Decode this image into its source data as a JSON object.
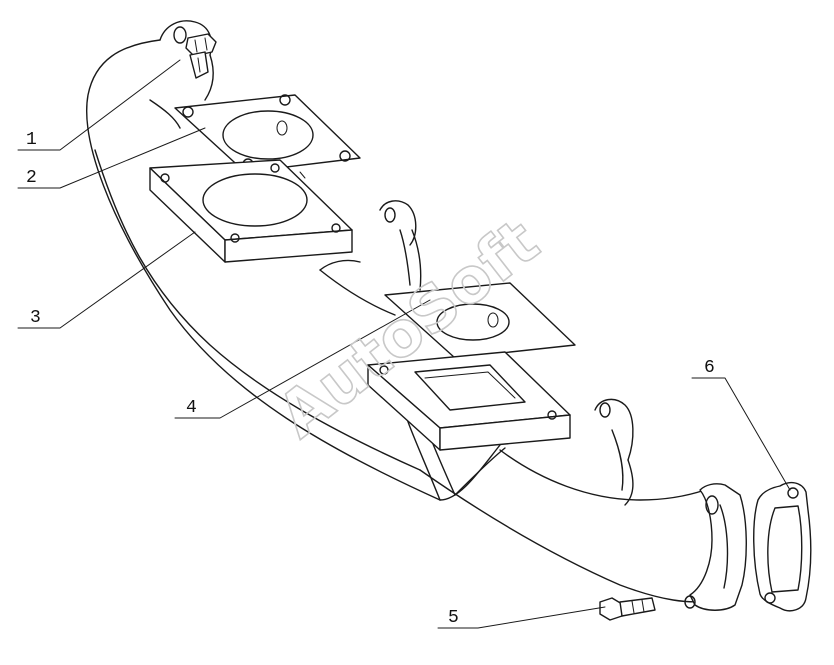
{
  "diagram": {
    "watermark": "AutoSoft",
    "callouts": [
      {
        "id": "1",
        "label": "1"
      },
      {
        "id": "2",
        "label": "2"
      },
      {
        "id": "3",
        "label": "3"
      },
      {
        "id": "4",
        "label": "4"
      },
      {
        "id": "5",
        "label": "5"
      },
      {
        "id": "6",
        "label": "6"
      }
    ]
  }
}
